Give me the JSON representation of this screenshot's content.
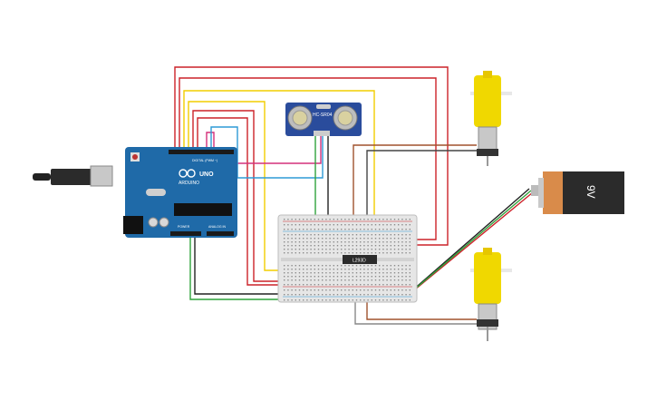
{
  "arduino": {
    "brand": "ARDUINO",
    "model": "UNO",
    "digital_label": "DIGITAL (PWM ~)",
    "power_label": "POWER",
    "analog_label": "ANALOG IN"
  },
  "sensor": {
    "label": "HC-SR04"
  },
  "driver": {
    "label": "L293D"
  },
  "battery": {
    "label": "9V"
  },
  "colors": {
    "wire_red": "#cc2229",
    "wire_yellow": "#f2cd00",
    "wire_green": "#2fa33b",
    "wire_blue": "#2e9ad6",
    "wire_magenta": "#d4307a",
    "wire_brown": "#a0522d",
    "wire_gray": "#888888",
    "wire_black": "#222222",
    "arduino_board": "#1f6aa8",
    "sensor_board": "#2a4c9c",
    "motor_body": "#f0d800",
    "battery_body": "#2b2b2b",
    "battery_cap": "#d98b4a"
  }
}
